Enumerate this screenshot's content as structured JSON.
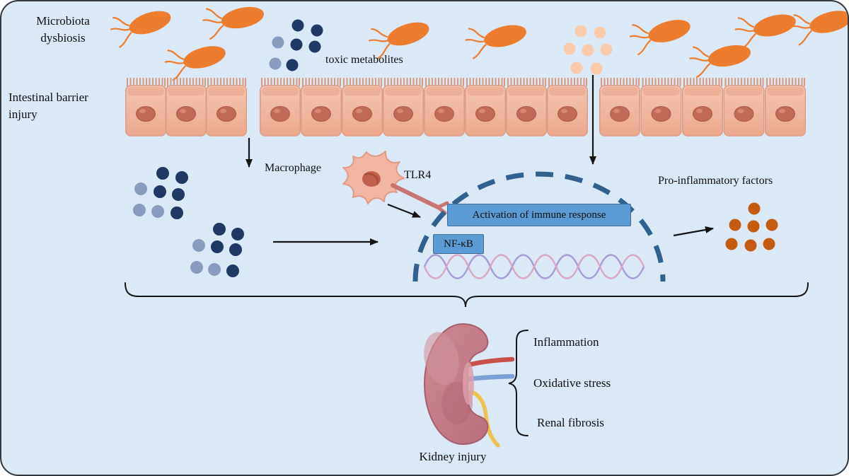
{
  "figure": {
    "labels": {
      "microbiota": "Microbiota dysbiosis",
      "barrier": "Intestinal barrier injury",
      "toxic": "toxic metabolites",
      "macrophage": "Macrophage",
      "tlr4": "TLR4",
      "immune_response": "Activation of immune response",
      "nfkb": "NF-κB",
      "proinflammatory": "Pro-inflammatory factors",
      "kidney": "Kidney injury"
    },
    "outcomes": [
      "Inflammation",
      "Oxidative stress",
      "Renal fibrosis"
    ]
  },
  "colors": {
    "background": "#dbe8f6",
    "bacteria": "#ec7d2f",
    "metabolite_dark": "#1f3864",
    "metabolite_light": "#8a9cbd",
    "metabolite_peach": "#f8cbad",
    "cytokine_orange": "#c55a11",
    "box_blue": "#5b9bd5",
    "box_border": "#3f6f9d",
    "membrane_arc": "#30618f",
    "epithelium": "#f3bba8",
    "cell_nucleus": "#c16a57",
    "kidney": "#c07e8a",
    "artery": "#c9504a",
    "vein": "#7b9fd6",
    "ureter": "#edc24e",
    "arrow": "#141414"
  }
}
